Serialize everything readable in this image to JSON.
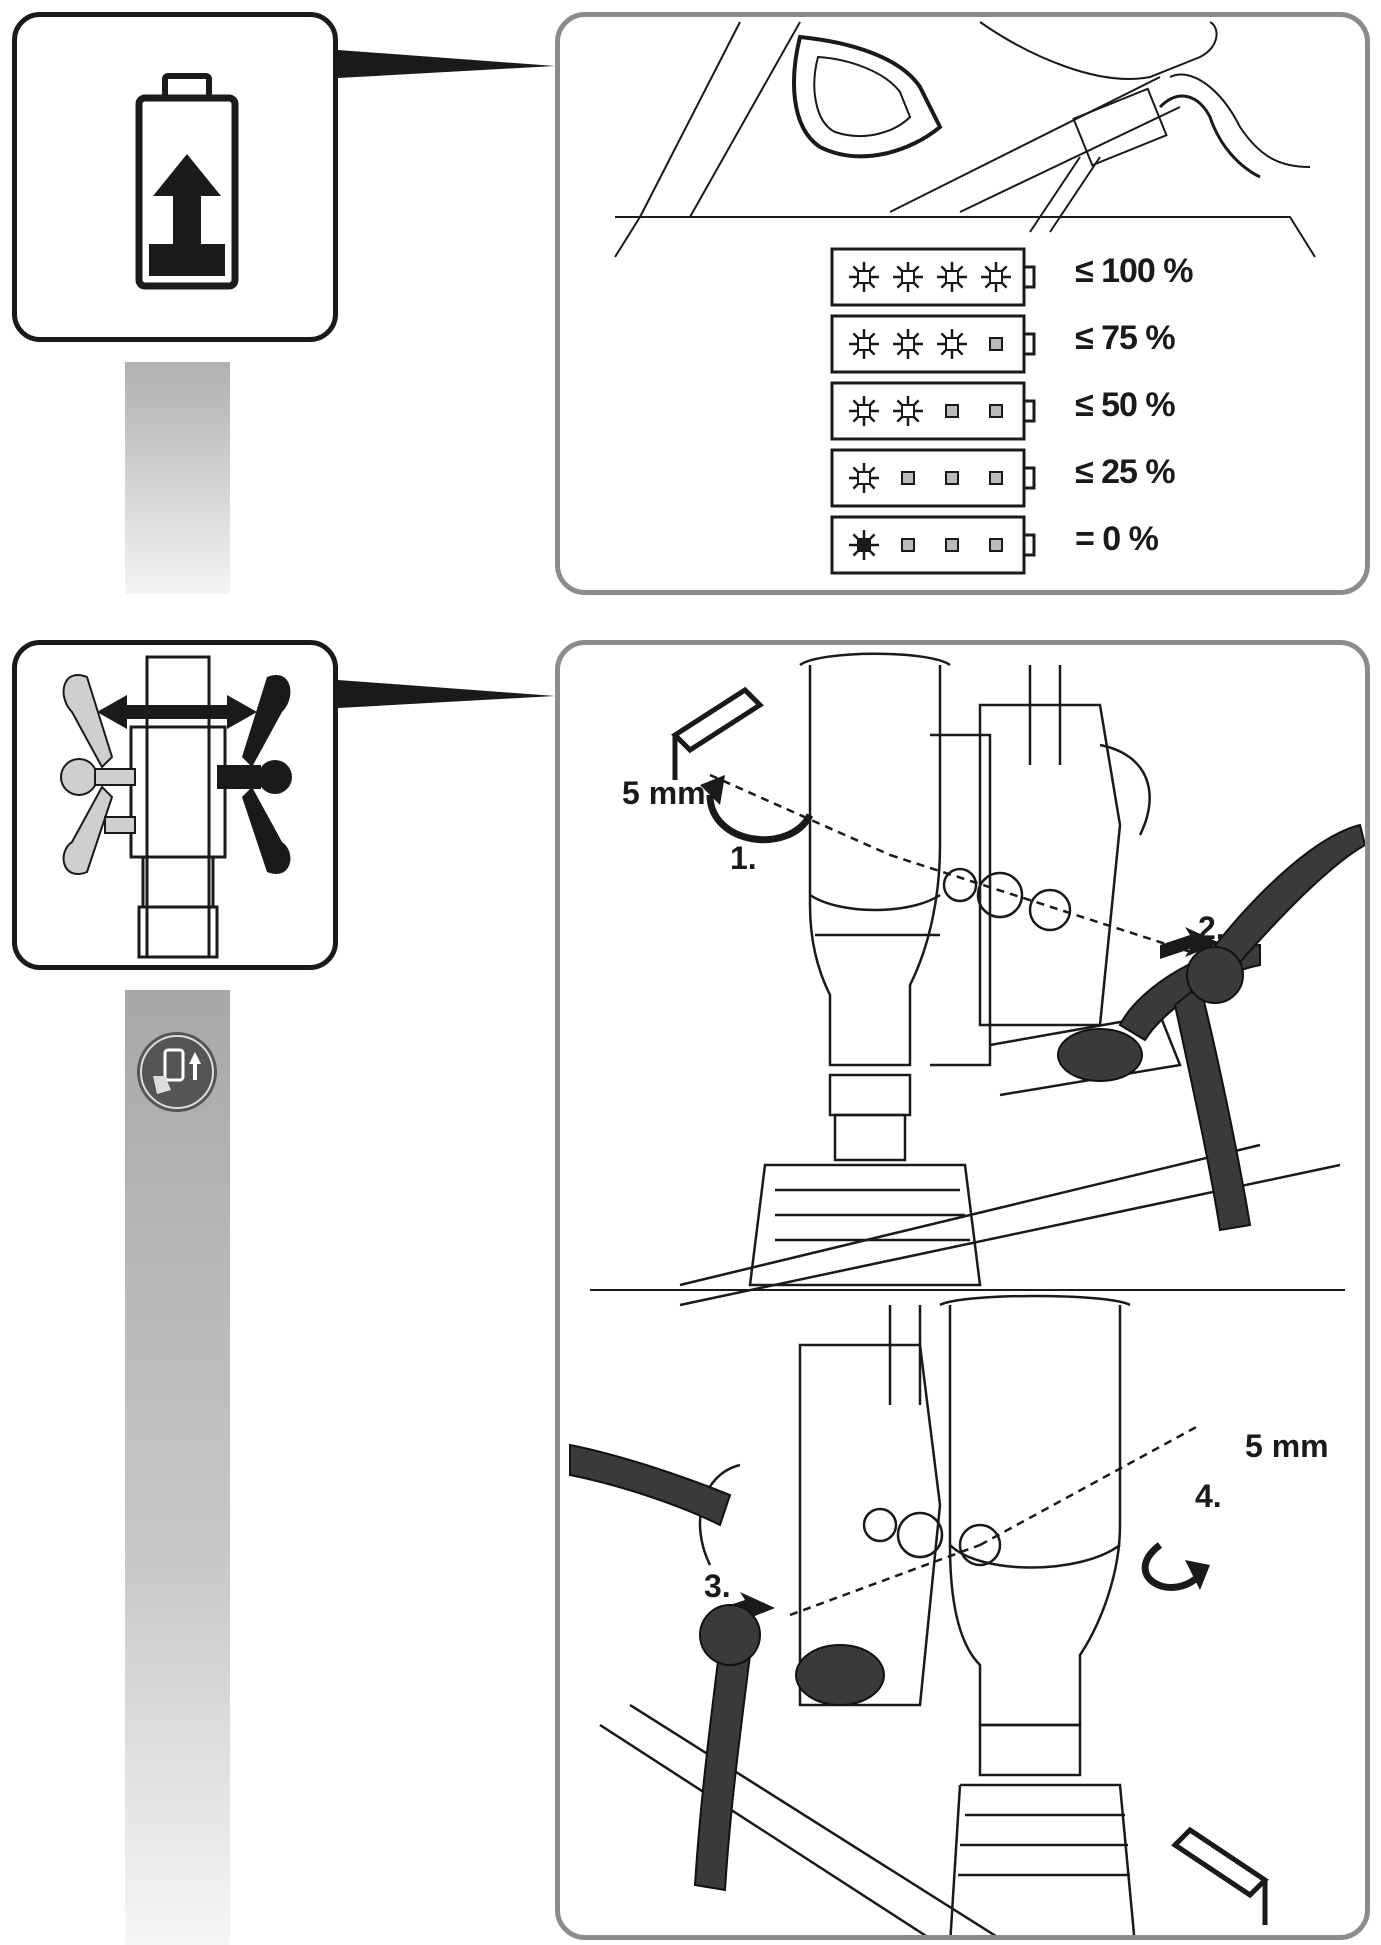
{
  "battery_panel": {
    "levels": [
      {
        "label": "≤ 100 %",
        "lit": 4,
        "blinking": false
      },
      {
        "label": "≤ 75 %",
        "lit": 3,
        "blinking": false
      },
      {
        "label": "≤ 50 %",
        "lit": 2,
        "blinking": false
      },
      {
        "label": "≤ 25 %",
        "lit": 1,
        "blinking": false
      },
      {
        "label": "= 0 %",
        "lit": 1,
        "blinking": true
      }
    ]
  },
  "handle_panel": {
    "top_steps": {
      "hex_key": "5 mm",
      "step1": "1.",
      "step2": "2."
    },
    "bottom_steps": {
      "hex_key": "5 mm",
      "step3": "3.",
      "step4": "4."
    }
  },
  "icons": {
    "battery_check": "battery-charge-up-icon",
    "handle_swap": "handle-swap-icon",
    "battery_insert": "battery-insert-badge-icon"
  },
  "colors": {
    "frame_dark": "#1a1a1a",
    "panel_border": "#8c8c8c",
    "bar_gray": "#b8b8b8"
  }
}
